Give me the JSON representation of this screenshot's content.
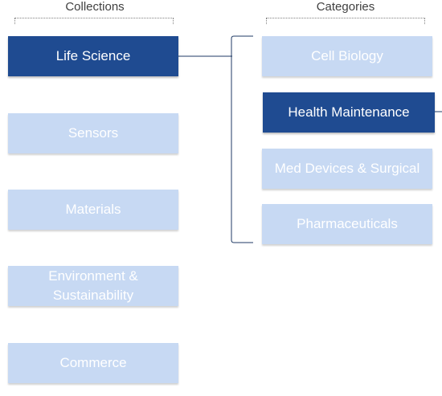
{
  "headers": {
    "collections": "Collections",
    "categories": "Categories"
  },
  "collections": [
    {
      "label": "Life Science",
      "state": "selected"
    },
    {
      "label": "Sensors",
      "state": "normal"
    },
    {
      "label": "Materials",
      "state": "normal"
    },
    {
      "label": "Environment & Sustainability",
      "state": "normal"
    },
    {
      "label": "Commerce",
      "state": "normal"
    }
  ],
  "categories": [
    {
      "label": "Cell Biology",
      "state": "normal"
    },
    {
      "label": "Health Maintenance",
      "state": "selected"
    },
    {
      "label": "Med Devices & Surgical",
      "state": "normal"
    },
    {
      "label": "Pharmaceuticals",
      "state": "normal"
    }
  ],
  "colors": {
    "selected_fill": "#1f4b91",
    "unselected_fill": "#c7d9f3",
    "text": "#ffffff",
    "connector": "#1f3a64"
  }
}
